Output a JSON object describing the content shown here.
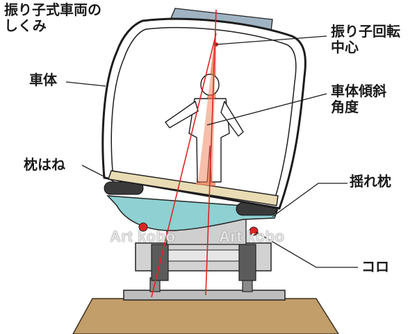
{
  "title": "振り子式車両の\nしくみ",
  "labels": {
    "pendulum_center": "振り子回転\n中心",
    "car_body": "車体",
    "tilt_angle": "車体傾斜\n角度",
    "bolster_spring": "枕はね",
    "swing_bolster": "揺れ枕",
    "roller": "コロ"
  },
  "watermarks": [
    "Art kobo",
    "Art kobo"
  ],
  "colors": {
    "body_outline": "#1c1c1c",
    "window": "#ffffff",
    "roof": "#9fb3c2",
    "floor": "#e9dcb4",
    "bolster": "#8fd0d2",
    "spring": "#3a3a3a",
    "bogie": "#d2d2d2",
    "wheel": "#5b5b5b",
    "roller": "#e02424",
    "rail_bed": "#c29e6a",
    "accent_red": "#e02424",
    "tilt_wedge": "#f08a64",
    "leader": "#1a1a1a"
  }
}
